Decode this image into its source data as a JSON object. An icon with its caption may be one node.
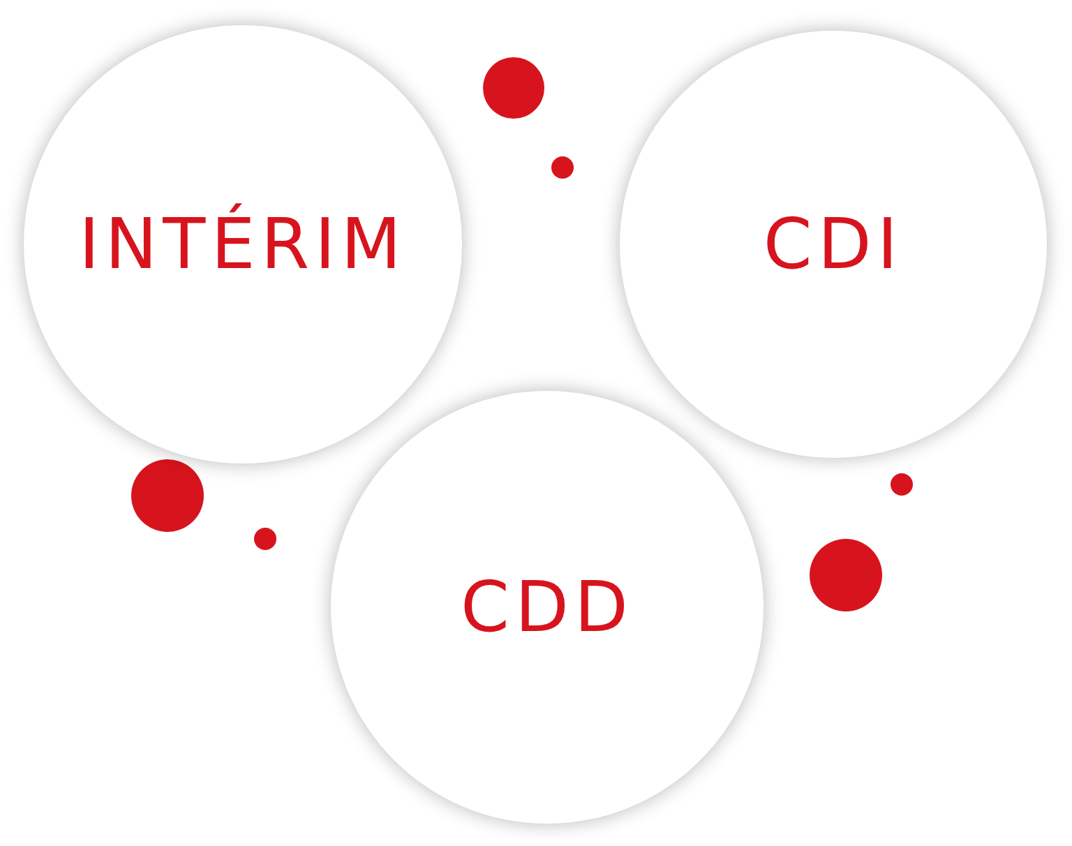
{
  "diagram": {
    "nodes": [
      {
        "text": [
          "INTÉRIM"
        ]
      },
      {
        "text": [
          "CDI"
        ]
      },
      {
        "text": [
          "CDD"
        ]
      }
    ]
  }
}
